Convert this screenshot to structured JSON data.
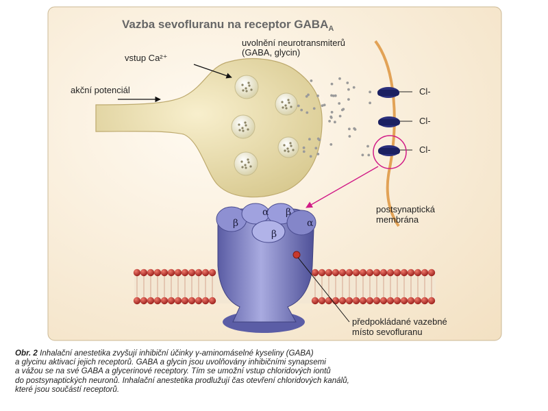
{
  "figure": {
    "title_main": "Vazba sevofluranu na receptor GABA",
    "title_sub": "A",
    "labels": {
      "ca_entry": "vstup Ca²⁺",
      "action_potential": "akční potenciál",
      "release_line1": "uvolnění neurotransmiterů",
      "release_line2": "(GABA, glycin)",
      "chloride": [
        "Cl-",
        "Cl-",
        "Cl-"
      ],
      "membrane_line1": "postsynaptická",
      "membrane_line2": "membrána",
      "site_line1": "předpokládané vazebné",
      "site_line2": "místo sevofluranu"
    },
    "subunits": [
      "α",
      "β",
      "β",
      "β",
      "α"
    ],
    "colors": {
      "panel_bg": "#fbf0dd",
      "terminal": "#efe2b4",
      "receptor": "#7e80c4",
      "lipid_head": "#b8322c",
      "ring": "#d11a86"
    }
  },
  "caption": {
    "label": "Obr. 2",
    "lines": [
      " Inhalační anestetika zvyšují inhibiční účinky γ-aminomáselné kyseliny (GABA)",
      "a glycinu aktivací jejich receptorů. GABA a glycin jsou uvolňovány inhibičními synapsemi",
      "a vážou se na své GABA a glycerinové receptory. Tím se umožní vstup chloridových iontů",
      "do postsynaptických neuronů. Inhalační anestetika prodlužují čas otevření chloridových kanálů,",
      "které jsou součástí receptorů."
    ]
  }
}
